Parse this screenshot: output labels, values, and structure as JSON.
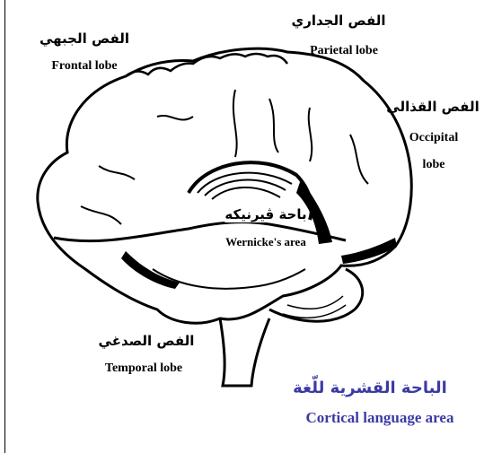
{
  "labels": {
    "frontal_ar": "الفص الجبهي",
    "frontal_en": "Frontal lobe",
    "parietal_ar": "الفص الجداري",
    "parietal_en": "Parietal lobe",
    "occipital_ar": "الفص القذالي",
    "occipital_en_1": "Occipital",
    "occipital_en_2": "lobe",
    "wernicke_ar": "باحة ڤيرنيكه",
    "wernicke_en": "Wernicke's area",
    "temporal_ar": "الفص الصدغي",
    "temporal_en": "Temporal lobe"
  },
  "caption": {
    "ar": "الباحة القشرية للّغة",
    "en": "Cortical language area"
  },
  "colors": {
    "ink": "#000000",
    "caption": "#3b3aa4"
  }
}
